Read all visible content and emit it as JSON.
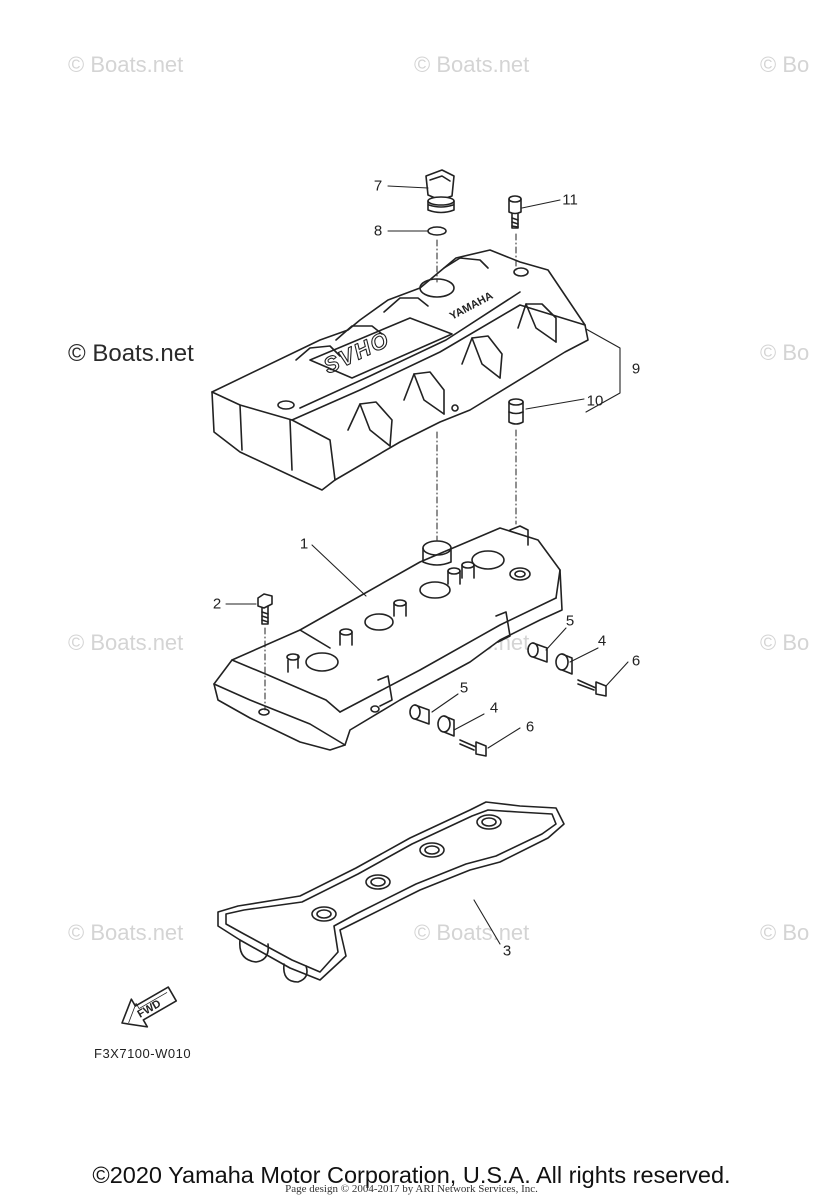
{
  "watermarks": {
    "text": "© Boats.net",
    "cut_text": "© Bo",
    "prominent": "© Boats.net"
  },
  "callouts": {
    "part_1": "1",
    "part_2": "2",
    "part_3": "3",
    "part_4a": "4",
    "part_4b": "4",
    "part_5a": "5",
    "part_5b": "5",
    "part_6a": "6",
    "part_6b": "6",
    "part_7": "7",
    "part_8": "8",
    "part_9": "9",
    "part_10": "10",
    "part_11": "11"
  },
  "cover": {
    "badge_text": "SVHO",
    "brand_text": "YAMAHA"
  },
  "fwd_arrow_text": "FWD",
  "diagram_code": "F3X7100-W010",
  "footer": {
    "copyright": "©2020 Yamaha Motor Corporation, U.S.A. All rights reserved.",
    "page_design": "Page design © 2004-2017 by ARI Network Services, Inc."
  }
}
